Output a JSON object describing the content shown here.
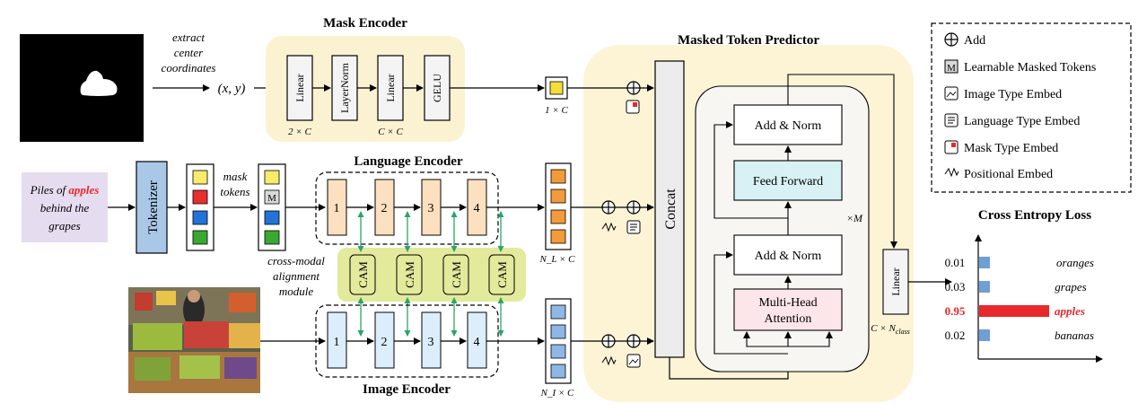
{
  "mask_input": {
    "extract_label": [
      "extract",
      "center",
      "coordinates"
    ],
    "coords_label": "(x, y)"
  },
  "mask_encoder": {
    "title": "Mask Encoder",
    "layers": [
      "Linear",
      "LayerNorm",
      "Linear",
      "GELU"
    ],
    "dim_labels": [
      "2 × C",
      "C × C"
    ],
    "output_dim": "1 × C"
  },
  "text_input": {
    "prefix": "Piles of ",
    "highlight": "apples",
    "line2": "behind the",
    "line3": "grapes"
  },
  "tokenizer": {
    "label": "Tokenizer"
  },
  "mask_tokens": {
    "label": [
      "mask",
      "tokens"
    ],
    "token_glyph": "M"
  },
  "language_encoder": {
    "title": "Language Encoder",
    "blocks": [
      "1",
      "2",
      "3",
      "4"
    ],
    "output_dim": "N_L × C"
  },
  "cam": {
    "blocks": [
      "CAM",
      "CAM",
      "CAM",
      "CAM"
    ],
    "label": [
      "cross-modal",
      "alignment",
      "module"
    ]
  },
  "image_encoder": {
    "title": "Image Encoder",
    "blocks": [
      "1",
      "2",
      "3",
      "4"
    ],
    "output_dim": "N_I × C"
  },
  "predictor": {
    "title": "Masked Token Predictor",
    "concat": "Concat",
    "add_norm": "Add & Norm",
    "feed_forward": "Feed Forward",
    "attention": [
      "Multi-Head",
      "Attention"
    ],
    "repeat": "×M",
    "linear": "Linear",
    "linear_dim": "C × N_class"
  },
  "legend": {
    "items": [
      {
        "icon": "add-icon",
        "label": "Add"
      },
      {
        "icon": "masked-token-icon",
        "label": "Learnable Masked Tokens"
      },
      {
        "icon": "image-type-icon",
        "label": "Image Type Embed"
      },
      {
        "icon": "language-type-icon",
        "label": "Language Type Embed"
      },
      {
        "icon": "mask-type-icon",
        "label": "Mask Type Embed"
      },
      {
        "icon": "positional-icon",
        "label": "Positional Embed"
      }
    ]
  },
  "loss": {
    "title": "Cross Entropy Loss",
    "rows": [
      {
        "value": "0.01",
        "label": "oranges"
      },
      {
        "value": "0.03",
        "label": "grapes"
      },
      {
        "value": "0.95",
        "label": "apples"
      },
      {
        "value": "0.02",
        "label": "bananas"
      }
    ]
  },
  "colors": {
    "mask_bg": "#fbf2d2",
    "predictor_bg": "#fdf4d6",
    "lang_block": "#fde0bf",
    "img_block": "#dceefb",
    "cam_bg": "#e3ea9c",
    "feed_forward": "#d8f1f5",
    "attention": "#fde6ea",
    "text_bg": "#e5dcef",
    "tokenizer": "#a9c8e8",
    "highlight": "#e8282b",
    "bar_blue": "#6f9fd6",
    "arrow_green": "#2ea36a"
  }
}
